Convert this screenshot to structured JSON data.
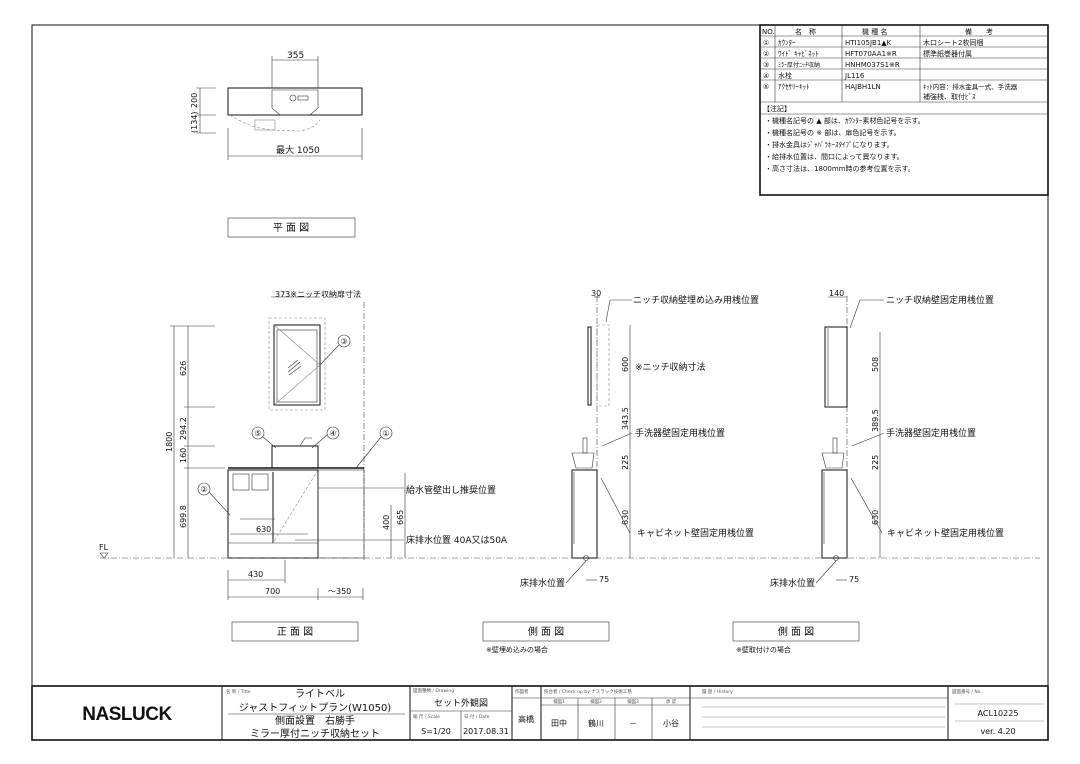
{
  "parts_table": {
    "headers": [
      "NO.",
      "名　称",
      "機 種 名",
      "備　　考"
    ],
    "rows": [
      {
        "no": "①",
        "name": "ｶｳﾝﾀｰ",
        "model": "HTI105JB1▲K",
        "note": "木口シート2枚同梱"
      },
      {
        "no": "②",
        "name": "ﾜｲﾄﾞ ｷｬﾋﾞﾈｯﾄ",
        "model": "HFT070AA1※R",
        "note": "標準紙巻器付属"
      },
      {
        "no": "③",
        "name": "ﾐﾗｰ厚付ﾆｯﾁ収納",
        "model": "HNHM037S1※R",
        "note": ""
      },
      {
        "no": "④",
        "name": "水栓",
        "model": "JL116",
        "note": ""
      },
      {
        "no": "⑤",
        "name": "ｱｸｾｻﾘｰｷｯﾄ",
        "model": "HAJBH1LN",
        "note": "ｷｯﾄ内容：排水金具一式、手洗器",
        "note2": "補強桟、取付ﾋﾞｽ"
      }
    ],
    "notes_title": "【注記】",
    "notes": [
      "・機種名記号の ▲ 部は、ｶｳﾝﾀｰ素材色記号を示す。",
      "・機種名記号の ※ 部は、扉色記号を示す。",
      "・排水金具はｼﾞｬﾊﾞﾗﾎｰｽﾀｲﾌﾟになります。",
      "・給排水位置は、間口によって異なります。",
      "・高さ寸法は、1800mm時の参考位置を示す。"
    ]
  },
  "plan_view": {
    "label": "平 面 図",
    "dim_basin": "355",
    "dim_depth": "200",
    "dim_proj": "(134)",
    "dim_width": "最大 1050"
  },
  "front_view": {
    "label": "正 面 図",
    "dim_niche": "373※ニッチ収納扉寸法",
    "dims_left": [
      "626",
      "294.2",
      "160",
      "699.8"
    ],
    "dim_total": "1800",
    "dim_630": "630",
    "dim_400": "400",
    "dim_665": "665",
    "dim_430": "430",
    "dim_700": "700",
    "dim_350": "～350",
    "callouts": [
      "①",
      "②",
      "③",
      "④",
      "⑤"
    ],
    "supply_label": "給水管壁出し推奨位置",
    "drain_label": "床排水位置 40A又は50A",
    "fl": "FL"
  },
  "side_view_1": {
    "label": "側 面 図",
    "note": "※壁埋め込みの場合",
    "dim_top": "30",
    "dims": [
      "600",
      "343.5",
      "225",
      "630"
    ],
    "dim_75": "75",
    "labels": [
      "ニッチ収納壁埋め込み用桟位置",
      "※ニッチ収納寸法",
      "手洗器壁固定用桟位置",
      "キャビネット壁固定用桟位置",
      "床排水位置"
    ]
  },
  "side_view_2": {
    "label": "側 面 図",
    "note": "※壁取付けの場合",
    "dim_top": "140",
    "dims": [
      "508",
      "389.5",
      "225",
      "630"
    ],
    "dim_75": "75",
    "labels": [
      "ニッチ収納壁固定用桟位置",
      "手洗器壁固定用桟位置",
      "キャビネット壁固定用桟位置",
      "床排水位置"
    ]
  },
  "title_block": {
    "logo": "NASLUCK",
    "title_caption": "名 称 / Title",
    "title_lines": [
      "ライトベル",
      "ジャストフィットプラン(W1050)",
      "側面設置　右勝手",
      "ミラー厚付ニッチ収納セット"
    ],
    "drawing_caption": "図面種類 / Drawing",
    "drawing": "セット外観図",
    "scale_caption": "縮 尺 / Scale",
    "scale": "S=1/20",
    "date_caption": "日 付 / Date",
    "date": "2017.08.31",
    "drawn_caption": "作図者",
    "drawn_by": "高橋",
    "check_caption": "照合者 / Check up by ナスラック技術工務",
    "check_cols": [
      "検図1",
      "検図2",
      "検図3",
      "承 認"
    ],
    "check_vals": [
      "田中",
      "鶴川",
      "－",
      "小谷"
    ],
    "history_caption": "履 歴 / History",
    "no_caption": "図面番号 / No.",
    "number": "ACL10225",
    "version": "ver. 4.20"
  }
}
